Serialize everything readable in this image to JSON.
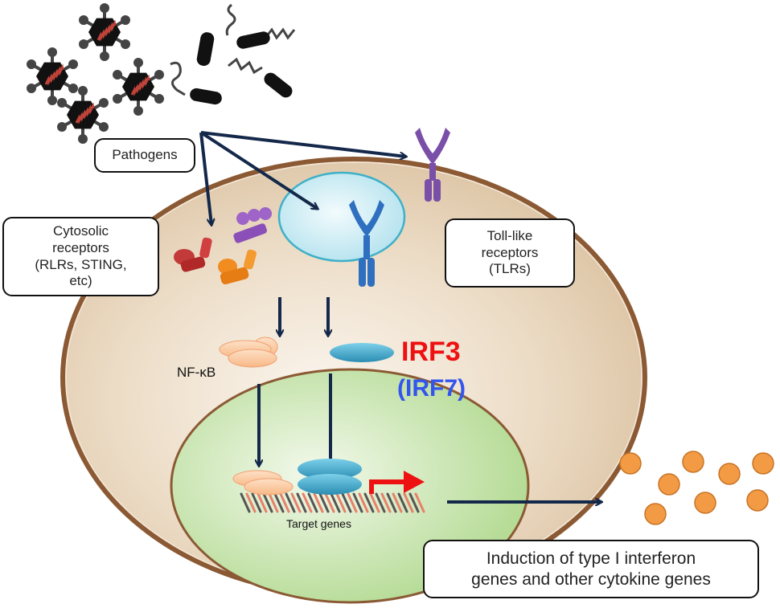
{
  "labels": {
    "pathogens": "Pathogens",
    "cytosolic_receptors": "Cytosolic receptors (RLRs, STING, etc)",
    "cytosolic_lines": [
      "Cytosolic",
      "receptors",
      "(RLRs, STING,",
      "etc)"
    ],
    "tlr_lines": [
      "Toll-like",
      "receptors",
      "(TLRs)"
    ],
    "nfkb": "NF-κB",
    "irf3": "IRF3",
    "irf7": "(IRF7)",
    "target_genes": "Target genes",
    "induction_lines": [
      "Induction of type I interferon",
      "genes and other cytokine genes"
    ]
  },
  "colors": {
    "arrow": "#14284a",
    "irf3_text": "#ee1111",
    "irf7_text": "#3355ee",
    "cell_fill": "#e8d5bd",
    "cell_border": "#8b5a34",
    "nucleus_fill": "#bfe0a2",
    "endosome_fill": "#bfe6ef",
    "tlr_purple": "#7a4fa8",
    "tlr_blue": "#2f6fc0",
    "nfkb_fill": "#fcc89a",
    "irf_fill": "#3fa6c8",
    "cytokine_fill": "#f39a44",
    "transcription_arrow": "#ee1111"
  }
}
